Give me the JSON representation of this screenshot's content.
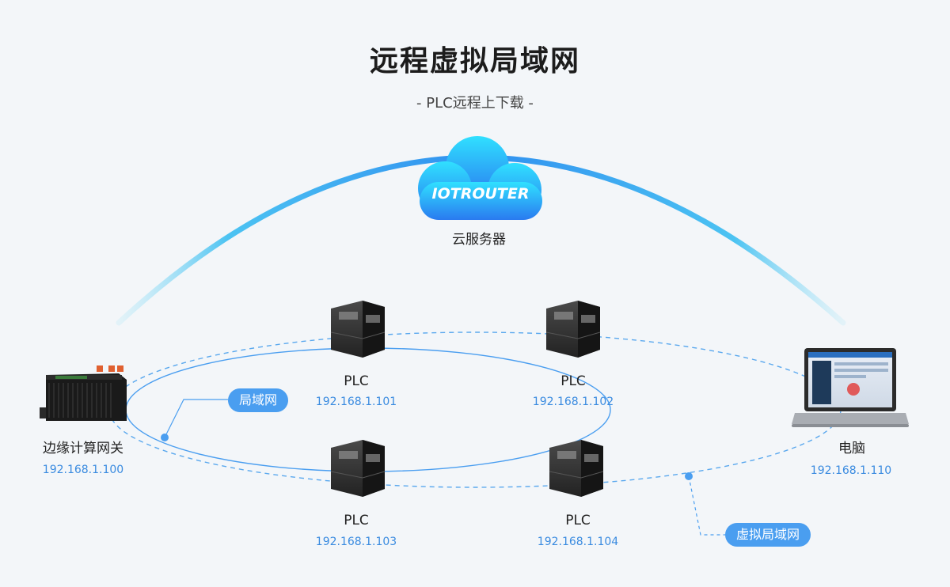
{
  "title": "远程虚拟局域网",
  "subtitle": "-  PLC远程上下载  -",
  "cloud": {
    "logo_text": "IOTROUTER",
    "label": "云服务器"
  },
  "gateway": {
    "label": "边缘计算网关",
    "ip": "192.168.1.100"
  },
  "computer": {
    "label": "电脑",
    "ip": "192.168.1.110"
  },
  "plcs": [
    {
      "label": "PLC",
      "ip": "192.168.1.101"
    },
    {
      "label": "PLC",
      "ip": "192.168.1.102"
    },
    {
      "label": "PLC",
      "ip": "192.168.1.103"
    },
    {
      "label": "PLC",
      "ip": "192.168.1.104"
    }
  ],
  "lan_tag": "局域网",
  "vlan_tag": "虚拟局域网",
  "colors": {
    "accent": "#4a9ef0",
    "arc": "#2aaaf0",
    "ip_text": "#3a8be0"
  }
}
